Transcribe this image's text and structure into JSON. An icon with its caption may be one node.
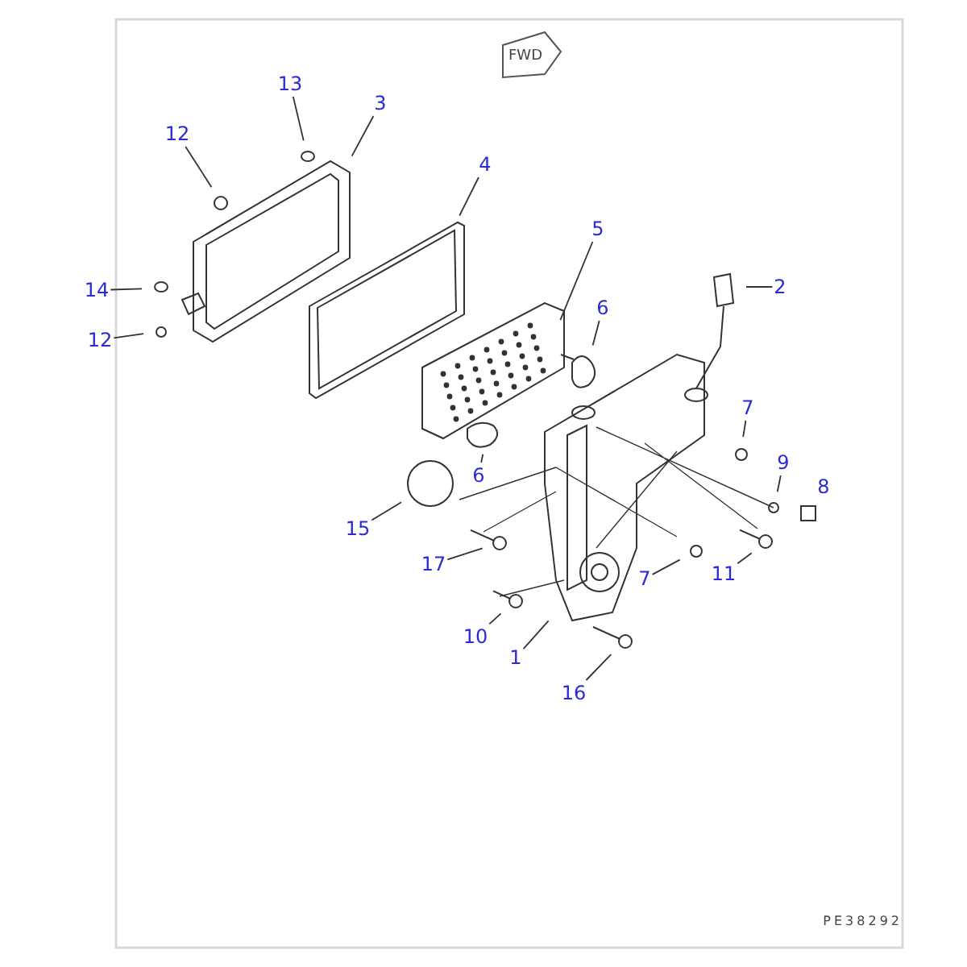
{
  "diagram": {
    "nodes": [
      {
        "text": [
          "13"
        ]
      },
      {
        "text": [
          "3"
        ]
      },
      {
        "text": [
          "12"
        ]
      },
      {
        "text": [
          "4"
        ]
      },
      {
        "text": [
          "14"
        ]
      },
      {
        "text": [
          "12"
        ]
      },
      {
        "text": [
          "5"
        ]
      },
      {
        "text": [
          "2"
        ]
      },
      {
        "text": [
          "6"
        ]
      },
      {
        "text": [
          "7"
        ]
      },
      {
        "text": [
          "6"
        ]
      },
      {
        "text": [
          "9"
        ]
      },
      {
        "text": [
          "15"
        ]
      },
      {
        "text": [
          "17"
        ]
      },
      {
        "text": [
          "7"
        ]
      },
      {
        "text": [
          "11"
        ]
      },
      {
        "text": [
          "10"
        ]
      },
      {
        "text": [
          "1"
        ]
      },
      {
        "text": [
          "16"
        ]
      }
    ],
    "edges": [
      {
        "from": 0,
        "to": null,
        "arrow": "none"
      },
      {
        "from": 1,
        "to": null,
        "arrow": "none"
      },
      {
        "from": 2,
        "to": null,
        "arrow": "none"
      },
      {
        "from": 3,
        "to": null,
        "arrow": "none"
      },
      {
        "from": 4,
        "to": null,
        "arrow": "none"
      },
      {
        "from": 5,
        "to": null,
        "arrow": "none"
      },
      {
        "from": 6,
        "to": null,
        "arrow": "none"
      },
      {
        "from": 7,
        "to": null,
        "arrow": "none"
      },
      {
        "from": 8,
        "to": null,
        "arrow": "none"
      },
      {
        "from": 9,
        "to": null,
        "arrow": "none"
      },
      {
        "from": 10,
        "to": null,
        "arrow": "none"
      },
      {
        "from": 11,
        "to": null,
        "arrow": "none"
      },
      {
        "from": 12,
        "to": null,
        "arrow": "none"
      },
      {
        "from": 13,
        "to": null,
        "arrow": "none"
      },
      {
        "from": 14,
        "to": null,
        "arrow": "none"
      },
      {
        "from": 15,
        "to": null,
        "arrow": "none"
      },
      {
        "from": 16,
        "to": null,
        "arrow": "none"
      },
      {
        "from": 17,
        "to": null,
        "arrow": "none"
      },
      {
        "from": 18,
        "to": null,
        "arrow": "none"
      }
    ],
    "labels": [
      "FWD",
      "8",
      "PE38292"
    ]
  }
}
